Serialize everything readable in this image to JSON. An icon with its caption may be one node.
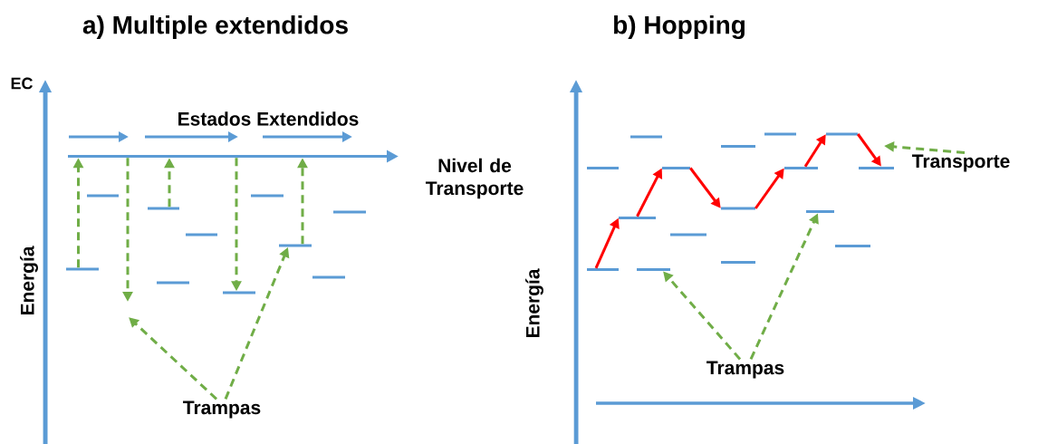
{
  "diagram": {
    "nodes": [
      {
        "text": [],
        "shape": "bar",
        "beside": [
          "Nivel de Transporte"
        ]
      },
      {
        "text": [],
        "shape": "bar"
      },
      {
        "text": [],
        "shape": "bar"
      },
      {
        "text": [],
        "shape": "bar"
      },
      {
        "text": [],
        "shape": "bar"
      },
      {
        "text": [],
        "shape": "bar"
      },
      {
        "text": [],
        "shape": "bar"
      },
      {
        "text": [],
        "shape": "bar"
      },
      {
        "text": [],
        "shape": "bar"
      },
      {
        "text": [],
        "shape": "bar"
      },
      {
        "text": [],
        "shape": "bar"
      },
      {
        "text": [
          "Trampas"
        ]
      },
      {
        "text": [],
        "shape": "bar"
      },
      {
        "text": [],
        "shape": "bar"
      },
      {
        "text": [],
        "shape": "bar"
      },
      {
        "text": [],
        "shape": "bar"
      },
      {
        "text": [],
        "shape": "bar"
      },
      {
        "text": [],
        "shape": "bar"
      },
      {
        "text": [],
        "shape": "bar"
      },
      {
        "text": [],
        "shape": "bar"
      },
      {
        "text": [],
        "shape": "bar"
      },
      {
        "text": [],
        "shape": "bar"
      },
      {
        "text": [],
        "shape": "bar"
      },
      {
        "text": [],
        "shape": "bar"
      },
      {
        "text": [],
        "shape": "bar"
      },
      {
        "text": [],
        "shape": "bar"
      },
      {
        "text": [],
        "shape": "bar"
      },
      {
        "text": [],
        "shape": "bar"
      },
      {
        "text": [
          "Trampas"
        ]
      },
      {
        "text": [
          "Transporte"
        ]
      }
    ],
    "edges": [
      {
        "from": 7,
        "to": 0,
        "arrow": "to",
        "style": "dashed"
      },
      {
        "from": 0,
        "to": null,
        "arrow": "to",
        "style": "dashed"
      },
      {
        "from": 2,
        "to": 0,
        "arrow": "to",
        "style": "dashed"
      },
      {
        "from": 0,
        "to": 9,
        "arrow": "to",
        "style": "dashed"
      },
      {
        "from": 6,
        "to": 0,
        "arrow": "to",
        "style": "dashed"
      },
      {
        "from": 11,
        "to": null,
        "arrow": "to",
        "style": "dashed"
      },
      {
        "from": 11,
        "to": 6,
        "arrow": "to",
        "style": "dashed"
      },
      {
        "from": 25,
        "to": 17,
        "arrow": "to",
        "color": "#ff0000"
      },
      {
        "from": 17,
        "to": 14,
        "arrow": "to",
        "color": "#ff0000"
      },
      {
        "from": 14,
        "to": 19,
        "arrow": "to",
        "color": "#ff0000"
      },
      {
        "from": 19,
        "to": 20,
        "arrow": "to",
        "color": "#ff0000"
      },
      {
        "from": 20,
        "to": 21,
        "arrow": "to",
        "color": "#ff0000"
      },
      {
        "from": 21,
        "to": 22,
        "arrow": "to",
        "color": "#ff0000"
      },
      {
        "from": 28,
        "to": 26,
        "arrow": "to",
        "style": "dashed"
      },
      {
        "from": 28,
        "to": 23,
        "arrow": "to",
        "style": "dashed"
      },
      {
        "from": 29,
        "to": null,
        "arrow": "to",
        "style": "dashed"
      }
    ],
    "labels": [
      "a) Multiple extendidos",
      "b) Hopping",
      "EC",
      "Estados Extendidos",
      "Energía",
      "Energía"
    ]
  }
}
